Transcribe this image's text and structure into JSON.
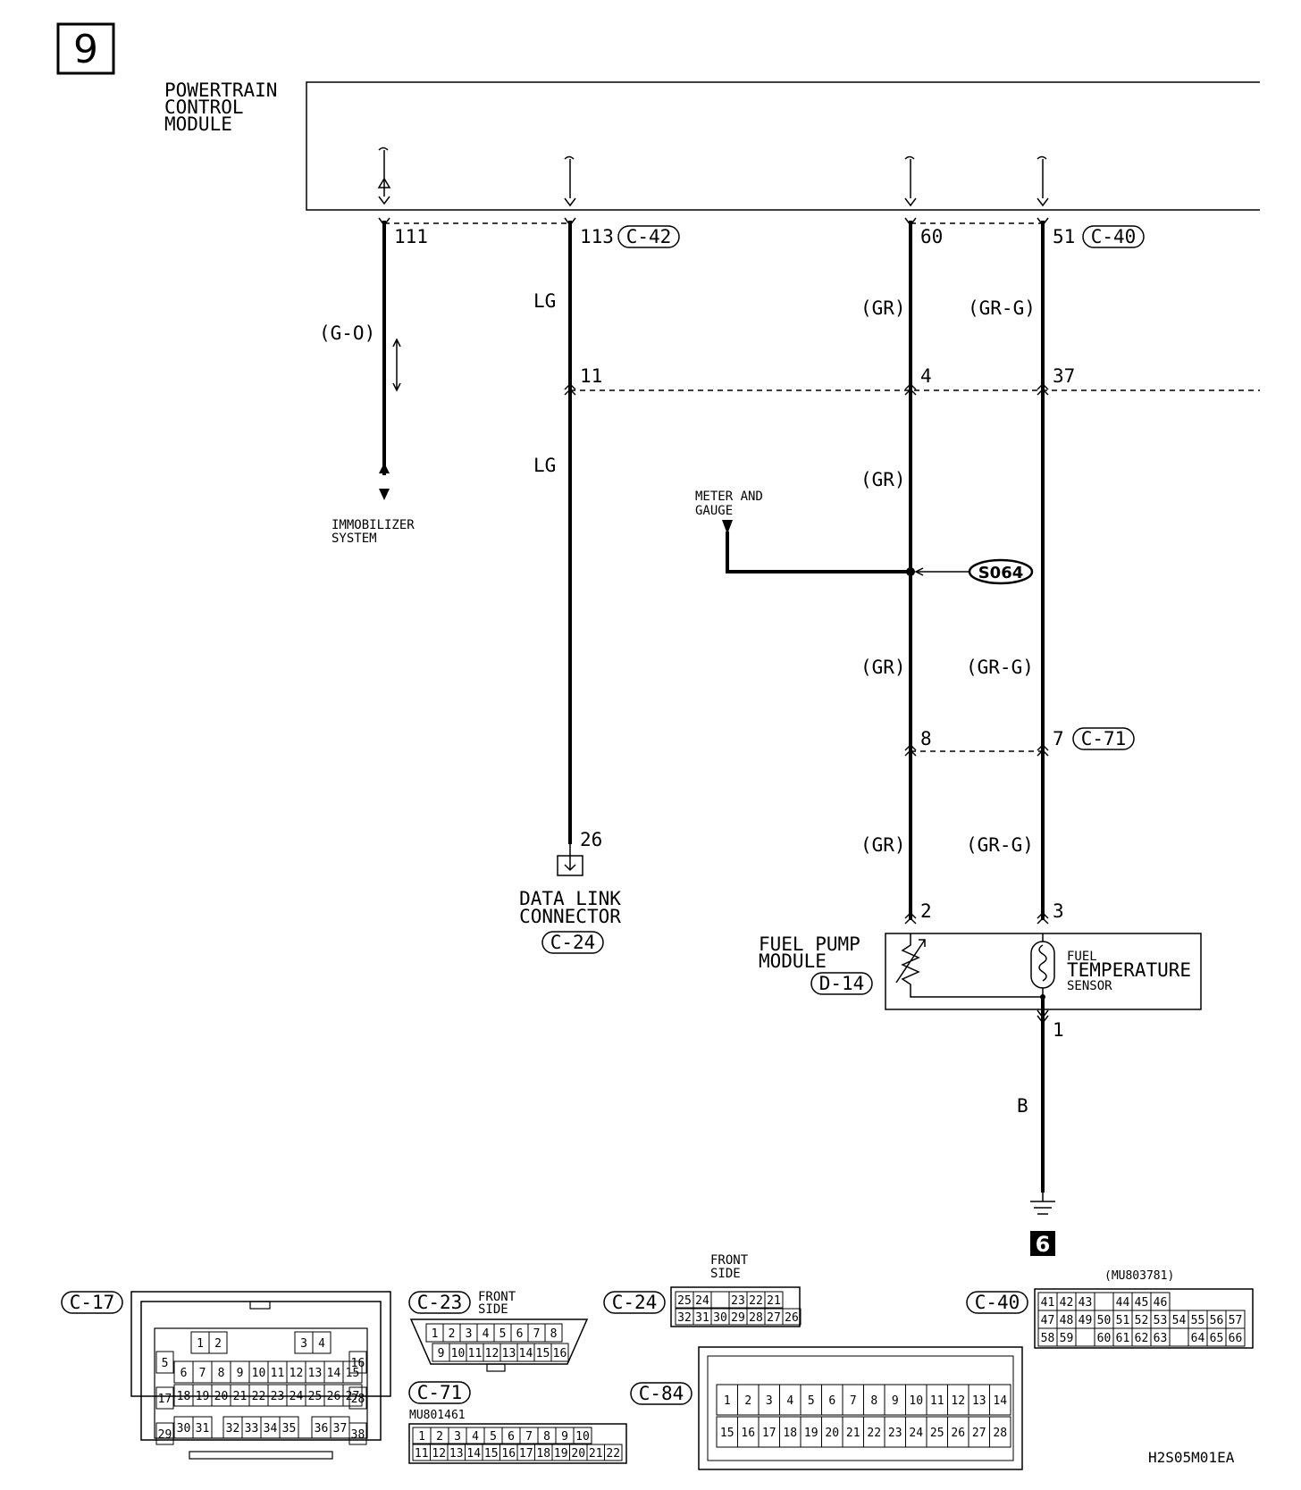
{
  "page_number": "9",
  "ground_number": "6",
  "module_title": [
    "POWERTRAIN",
    "CONTROL",
    "MODULE"
  ],
  "footer_code": "H2S05M01EA",
  "splice": "S064",
  "pins": {
    "p111": "111",
    "p113": "113",
    "p60": "60",
    "p51": "51",
    "p11": "11",
    "p4": "4",
    "p37": "37",
    "p8": "8",
    "p7": "7",
    "p26": "26",
    "p2": "2",
    "p3": "3",
    "p1": "1"
  },
  "connectors": {
    "c42": "C-42",
    "c40": "C-40",
    "c71": "C-71",
    "c24": "C-24",
    "d14": "D-14",
    "c17": "C-17",
    "c23": "C-23",
    "c84": "C-84"
  },
  "wire_colors": {
    "g_o": "(G-O)",
    "lg": "LG",
    "gr": "(GR)",
    "gr_g": "(GR-G)",
    "b": "B"
  },
  "labels": {
    "immobilizer": [
      "IMMOBILIZER",
      "SYSTEM"
    ],
    "meter": [
      "METER AND",
      "GAUGE"
    ],
    "dlc": [
      "DATA LINK",
      "CONNECTOR"
    ],
    "fuel_pump": [
      "FUEL PUMP",
      "MODULE"
    ],
    "fuel_temp": [
      "FUEL",
      "TEMPERATURE",
      "SENSOR"
    ],
    "front_side": [
      "FRONT",
      "SIDE"
    ]
  },
  "part_numbers": {
    "c40": "(MU803781)",
    "c71": "MU801461"
  },
  "connector_pins": {
    "c17": {
      "row1": [
        "1",
        "2",
        "3",
        "4"
      ],
      "side_left": [
        "5",
        "17",
        "29"
      ],
      "side_right": [
        "16",
        "28",
        "38"
      ],
      "row2": [
        "6",
        "7",
        "8",
        "9",
        "10",
        "11",
        "12",
        "13",
        "14",
        "15"
      ],
      "row3": [
        "18",
        "19",
        "20",
        "21",
        "22",
        "23",
        "24",
        "25",
        "26",
        "27"
      ],
      "row4": [
        "30",
        "31",
        "32",
        "33",
        "34",
        "35",
        "36",
        "37"
      ]
    },
    "c23": {
      "row1": [
        "1",
        "2",
        "3",
        "4",
        "5",
        "6",
        "7",
        "8"
      ],
      "row2": [
        "9",
        "10",
        "11",
        "12",
        "13",
        "14",
        "15",
        "16"
      ]
    },
    "c24": {
      "row1": [
        "25",
        "24",
        "",
        "23",
        "22",
        "21"
      ],
      "row2": [
        "32",
        "31",
        "30",
        "29",
        "28",
        "27",
        "26"
      ]
    },
    "c40": {
      "row1": [
        "41",
        "42",
        "43",
        "",
        "44",
        "45",
        "46"
      ],
      "row2": [
        "47",
        "48",
        "49",
        "50",
        "51",
        "52",
        "53",
        "54",
        "55",
        "56",
        "57"
      ],
      "row3": [
        "58",
        "59",
        "",
        "60",
        "61",
        "62",
        "63",
        "",
        "64",
        "65",
        "66"
      ]
    },
    "c71": {
      "row1": [
        "1",
        "2",
        "3",
        "4",
        "5",
        "6",
        "7",
        "8",
        "9",
        "10"
      ],
      "row2": [
        "11",
        "12",
        "13",
        "14",
        "15",
        "16",
        "17",
        "18",
        "19",
        "20",
        "21",
        "22"
      ]
    },
    "c84": {
      "row1": [
        "1",
        "2",
        "3",
        "4",
        "5",
        "6",
        "7",
        "8",
        "9",
        "10",
        "11",
        "12",
        "13",
        "14"
      ],
      "row2": [
        "15",
        "16",
        "17",
        "18",
        "19",
        "20",
        "21",
        "22",
        "23",
        "24",
        "25",
        "26",
        "27",
        "28"
      ]
    }
  }
}
